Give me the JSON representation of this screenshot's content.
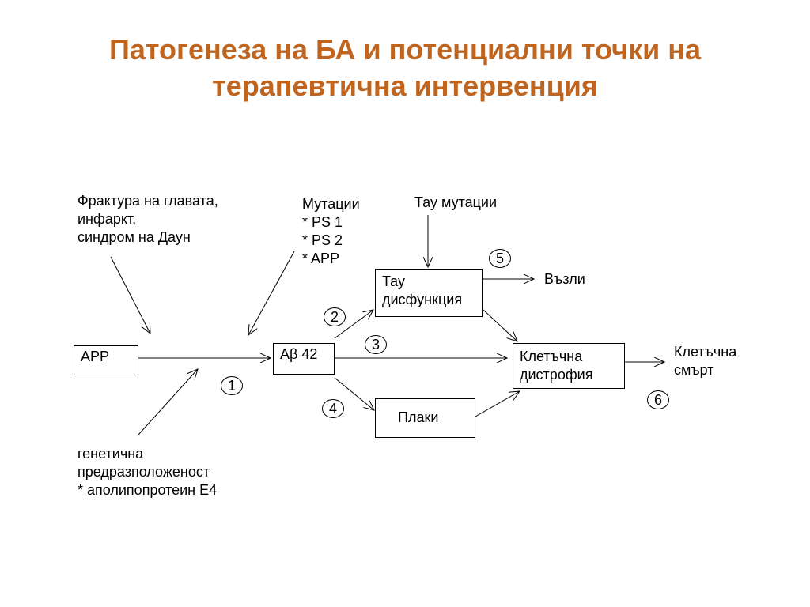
{
  "title": {
    "line1": "Патогенеза на БА и потенциални точки на",
    "line2": "терапевтична интервенция"
  },
  "inputs": {
    "trauma": [
      "Фрактура на главата,",
      "инфаркт,",
      "синдром на Даун"
    ],
    "mutations": [
      "Мутации",
      "* PS 1",
      "* PS 2",
      "* APP"
    ],
    "tau_mutations": "Тау мутации",
    "genetic": [
      "генетична",
      "предразположеност",
      "* аполипопротеин Е4"
    ]
  },
  "nodes": {
    "app": "APP",
    "abeta": "Aβ 42",
    "tau": [
      "Тау",
      "дисфункция"
    ],
    "plaques": "Плаки",
    "cell_dystrophy": [
      "Клетъчна",
      "дистрофия"
    ]
  },
  "outputs": {
    "tangles": "Възли",
    "cell_death": [
      "Клетъчна",
      "смърт"
    ]
  },
  "points": [
    "1",
    "2",
    "3",
    "4",
    "5",
    "6"
  ]
}
